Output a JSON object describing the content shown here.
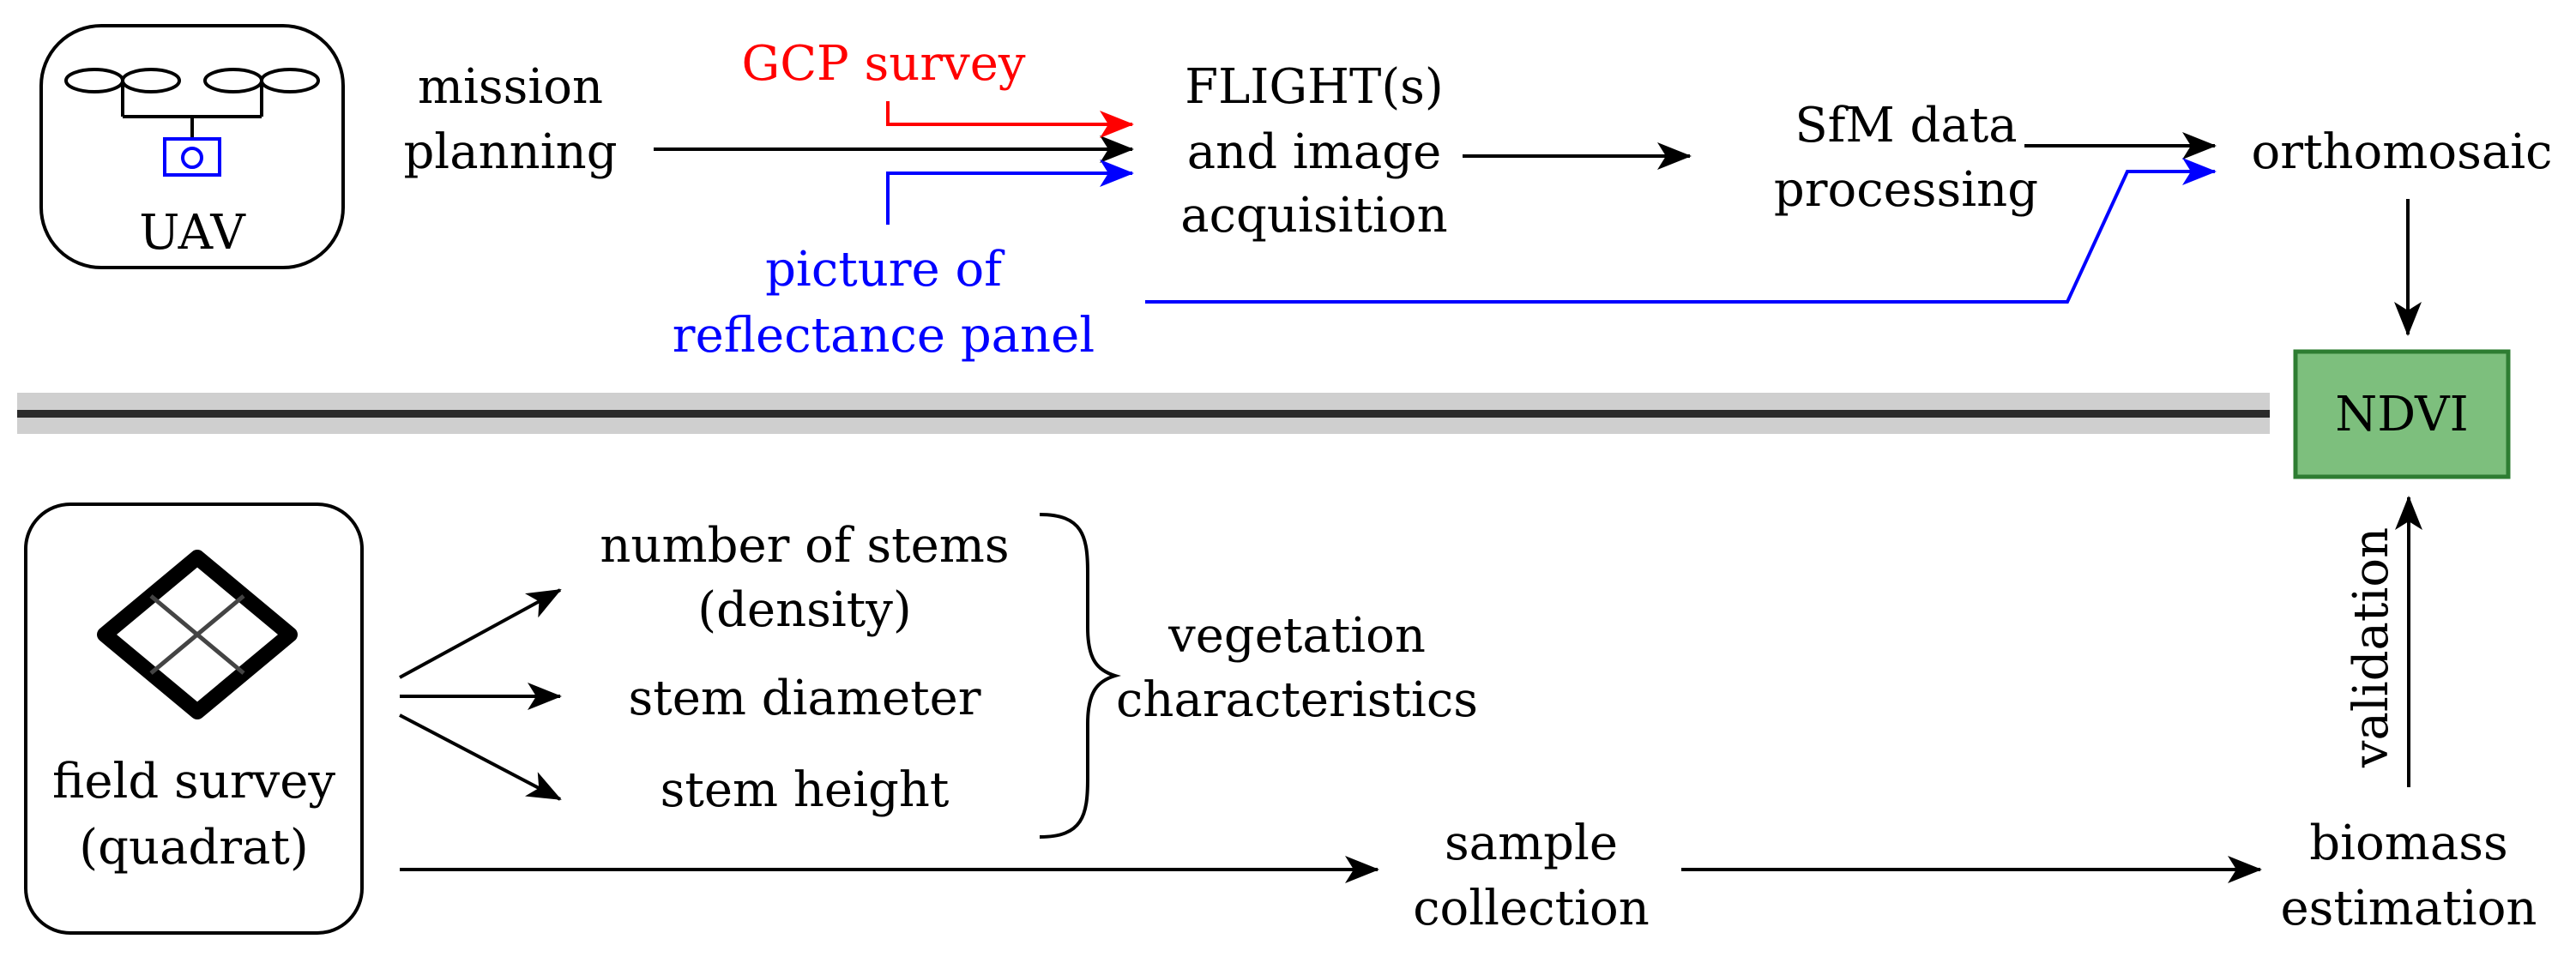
{
  "colors": {
    "black": "#000000",
    "red": "#ff0000",
    "blue": "#0000ff",
    "ndvi_fill": "#7dbf7d",
    "ndvi_border": "#2e7d32",
    "separator_dark": "#2b2b2b",
    "separator_light": "#cfcfcf"
  },
  "uav": {
    "icon": "drone-icon",
    "label": "UAV"
  },
  "mission_planning": {
    "line1": "mission",
    "line2": "planning"
  },
  "gcp_survey": "GCP survey",
  "reflectance": {
    "line1": "picture of",
    "line2": "reflectance panel"
  },
  "flight": {
    "line1": "FLIGHT(s)",
    "line2": "and image",
    "line3": "acquisition"
  },
  "sfm": {
    "line1": "SfM data",
    "line2": "processing"
  },
  "orthomosaic": "orthomosaic",
  "ndvi": "NDVI",
  "field_survey": {
    "icon": "quadrat-icon",
    "line1": "field survey",
    "paren_open": "(",
    "italic": "quadrat",
    "paren_close": ")"
  },
  "stems": {
    "line1": "number of stems",
    "paren_open": "(",
    "italic": "density",
    "paren_close": ")"
  },
  "stem_diameter": "stem diameter",
  "stem_height": "stem height",
  "vegetation": {
    "line1": "vegetation",
    "line2": "characteristics"
  },
  "sample": {
    "line1": "sample",
    "line2": "collection"
  },
  "biomass": {
    "line1": "biomass",
    "line2": "estimation"
  },
  "validation": "validation"
}
